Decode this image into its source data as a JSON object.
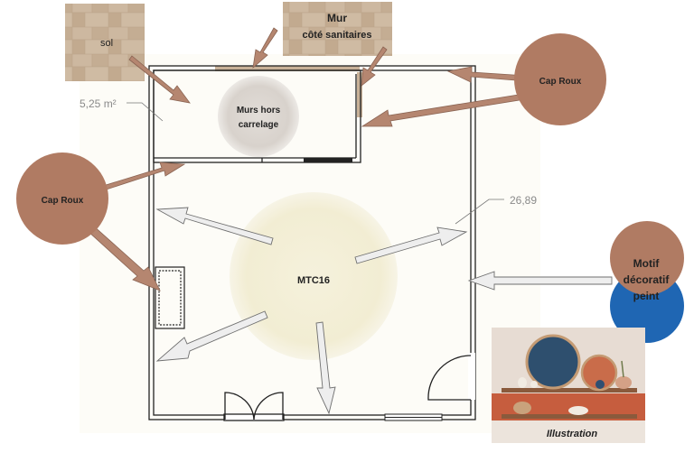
{
  "swatches": {
    "sol": "sol",
    "mur_line1": "Mur",
    "mur_line2": "côté sanitaires"
  },
  "labels": {
    "area_sdb": "5,25 m²",
    "area_room": "26,89",
    "murs_line1": "Murs hors",
    "murs_line2": "carrelage",
    "cap_roux_right": "Cap Roux",
    "cap_roux_left": "Cap Roux",
    "center": "MTC16",
    "motif_line1": "Motif",
    "motif_line2": "décoratif",
    "motif_line3": "peint",
    "illustration": "Illustration"
  },
  "colors": {
    "cap_roux": "#b07b63",
    "mtc16": "#f3efd8",
    "murs_hors": "#d9d4cf",
    "motif_blue": "#1f66b3",
    "arrow_brown": "#b58670",
    "arrow_light": "#eeeeee",
    "tile": "#c8b198",
    "wall_line": "#222222"
  }
}
